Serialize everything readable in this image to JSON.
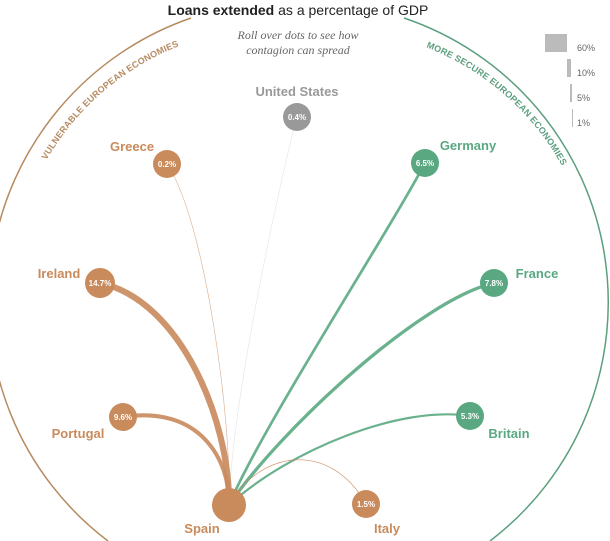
{
  "title": {
    "bold": "Loans extended",
    "rest": " as a percentage of GDP"
  },
  "instructions": {
    "line1": "Roll over dots to see how",
    "line2": "contagion can spread"
  },
  "groups": {
    "vulnerable": "VULNERABLE EUROPEAN ECONOMIES",
    "secure": "MORE SECURE EUROPEAN ECONOMIES"
  },
  "legend": {
    "entries": [
      {
        "label": "60%",
        "value": 60
      },
      {
        "label": "10%",
        "value": 10
      },
      {
        "label": "5%",
        "value": 5
      },
      {
        "label": "1%",
        "value": 1
      }
    ]
  },
  "colors": {
    "vulnerable": "#c98a5c",
    "secure": "#5aa882",
    "neutral": "#999999",
    "arc_vulnerable": "#b68a5f",
    "arc_secure": "#5c9f7e"
  },
  "source": {
    "name": "Spain"
  },
  "countries": [
    {
      "name": "Greece",
      "value_label": "0.2%",
      "value": 0.2,
      "group": "vulnerable"
    },
    {
      "name": "United States",
      "value_label": "0.4%",
      "value": 0.4,
      "group": "neutral"
    },
    {
      "name": "Germany",
      "value_label": "6.5%",
      "value": 6.5,
      "group": "secure"
    },
    {
      "name": "Ireland",
      "value_label": "14.7%",
      "value": 14.7,
      "group": "vulnerable"
    },
    {
      "name": "France",
      "value_label": "7.8%",
      "value": 7.8,
      "group": "secure"
    },
    {
      "name": "Portugal",
      "value_label": "9.6%",
      "value": 9.6,
      "group": "vulnerable"
    },
    {
      "name": "Britain",
      "value_label": "5.3%",
      "value": 5.3,
      "group": "secure"
    },
    {
      "name": "Italy",
      "value_label": "1.5%",
      "value": 1.5,
      "group": "vulnerable"
    }
  ]
}
